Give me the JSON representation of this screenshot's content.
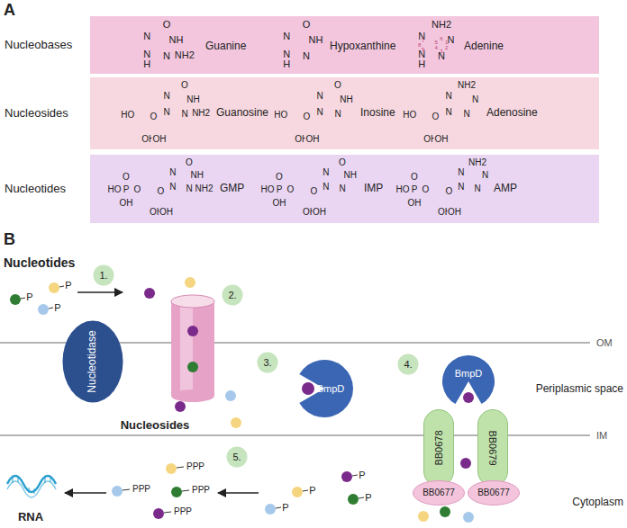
{
  "diagram": {
    "nodes": [
      {
        "text": [
          "Nucleobases",
          "Guanine",
          "Hypoxanthine",
          "Adenine"
        ]
      },
      {
        "text": [
          "Nucleosides",
          "Guanosine",
          "Inosine",
          "Adenosine"
        ]
      },
      {
        "text": [
          "Nucleotides",
          "GMP",
          "IMP",
          "AMP"
        ]
      },
      {
        "text": [
          "1."
        ]
      },
      {
        "text": [
          "2."
        ]
      },
      {
        "text": [
          "Nucleotidase"
        ]
      },
      {
        "text": [
          "3."
        ]
      },
      {
        "text": [
          "BmpD"
        ]
      },
      {
        "text": [
          "4."
        ]
      },
      {
        "text": [
          "BmpD"
        ]
      },
      {
        "text": [
          "BB0678"
        ]
      },
      {
        "text": [
          "BB0679"
        ]
      },
      {
        "text": [
          "BB0677"
        ]
      },
      {
        "text": [
          "BB0677"
        ]
      },
      {
        "text": [
          "5."
        ]
      }
    ],
    "labels": [
      "A",
      "B",
      "Nucleotides",
      "P",
      "P",
      "P",
      "Nucleosides",
      "OM",
      "IM",
      "Periplasmic space",
      "Cytoplasm",
      "PPP",
      "PPP",
      "PPP",
      "PPP",
      "P",
      "P",
      "P",
      "P",
      "RNA",
      "O",
      "NH",
      "NH2",
      "N",
      "N",
      "N",
      "H",
      "O",
      "NH",
      "N",
      "N",
      "N",
      "H",
      "NH2",
      "N",
      "N",
      "N",
      "N",
      "H",
      "1",
      "2",
      "3",
      "4",
      "5",
      "6",
      "7",
      "8",
      "9",
      "O",
      "NH",
      "NH2",
      "N",
      "N",
      "N",
      "HO",
      "O",
      "OH",
      "OH",
      "O",
      "NH",
      "N",
      "N",
      "N",
      "HO",
      "O",
      "OH",
      "OH",
      "NH2",
      "N",
      "N",
      "N",
      "N",
      "HO",
      "O",
      "OH",
      "OH",
      "O",
      "NH",
      "NH2",
      "N",
      "N",
      "N",
      "O",
      "HO",
      "P",
      "O",
      "OH",
      "O",
      "OH",
      "OH",
      "O",
      "NH",
      "N",
      "N",
      "N",
      "O",
      "HO",
      "P",
      "O",
      "OH",
      "O",
      "OH",
      "OH",
      "NH2",
      "N",
      "N",
      "N",
      "N",
      "O",
      "HO",
      "P",
      "O",
      "OH",
      "O",
      "OH",
      "OH"
    ]
  }
}
